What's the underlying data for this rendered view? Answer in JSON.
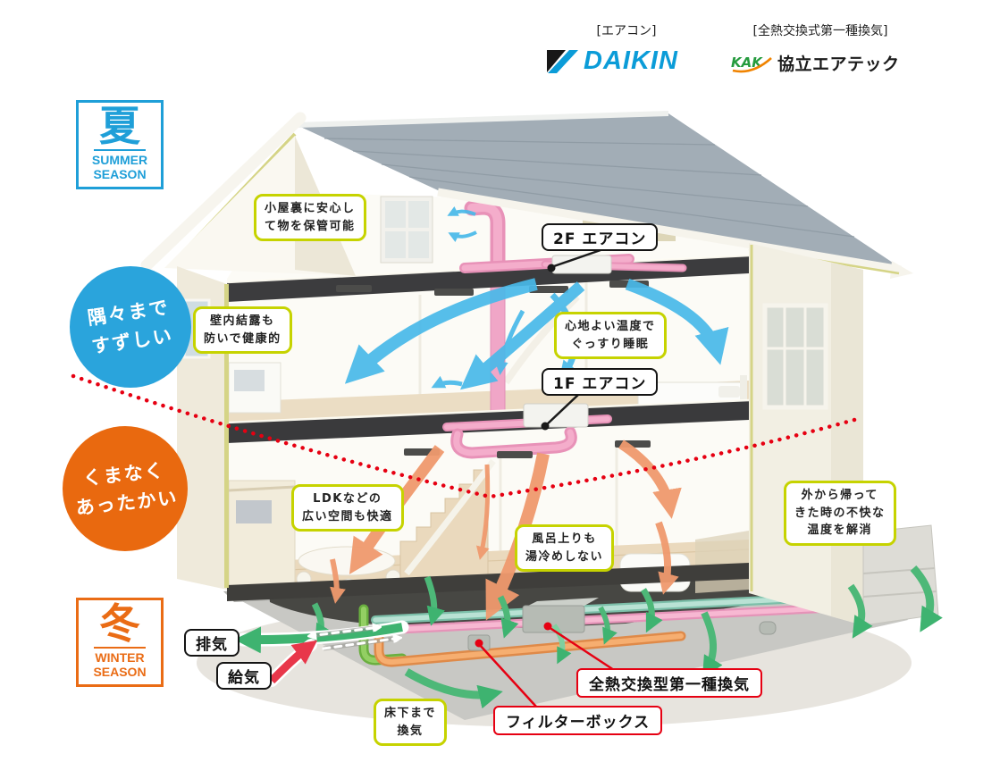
{
  "header": {
    "aircon_tag": "[エアコン]",
    "daikin_logo": "DAIKIN",
    "vent_tag": "[全熱交換式第一種換気]",
    "kak_logo": "KAK",
    "kak_company": "協立エアテック"
  },
  "seasons": {
    "summer": {
      "kanji": "夏",
      "en1": "SUMMER",
      "en2": "SEASON"
    },
    "winter": {
      "kanji": "冬",
      "en1": "WINTER",
      "en2": "SEASON"
    }
  },
  "badges": {
    "summer": {
      "line1": "隅々まで",
      "line2": "すずしい"
    },
    "winter": {
      "line1": "くまなく",
      "line2": "あったかい"
    }
  },
  "callouts": {
    "attic_storage": {
      "line1": "小屋裏に安心し",
      "line2": "て物を保管可能"
    },
    "wall_condensation": {
      "line1": "壁内結露も",
      "line2": "防いで健康的"
    },
    "comfortable_sleep": {
      "line1": "心地よい温度で",
      "line2": "ぐっすり睡眠"
    },
    "ldk_comfort": {
      "line1": "LDKなどの",
      "line2": "広い空間も快適"
    },
    "bath_warm": {
      "line1": "風呂上りも",
      "line2": "湯冷めしない"
    },
    "entrance_comfort": {
      "line1": "外から帰って",
      "line2": "きた時の不快な",
      "line3": "温度を解消"
    },
    "underfloor_vent": {
      "line1": "床下まで",
      "line2": "換気"
    }
  },
  "equipment": {
    "ac_2f": "2F エアコン",
    "ac_1f": "1F エアコン",
    "exhaust": "排気",
    "supply": "給気",
    "heat_exchange": "全熱交換型第一種換気",
    "filter_box": "フィルターボックス"
  },
  "colors": {
    "summer_accent": "#1f9fd8",
    "winter_accent": "#ea6c15",
    "summer_circle": "#2aa4dc",
    "winter_circle": "#e9690f",
    "callout_border": "#c6d300",
    "red": "#e60012",
    "arrow_blue": "#49b9e9",
    "arrow_orange": "#f09a6e",
    "arrow_green": "#3eb370",
    "duct_pink": "#f0a6c7",
    "daikin_blue": "#0b9cd8",
    "kak_green": "#259b3e"
  }
}
